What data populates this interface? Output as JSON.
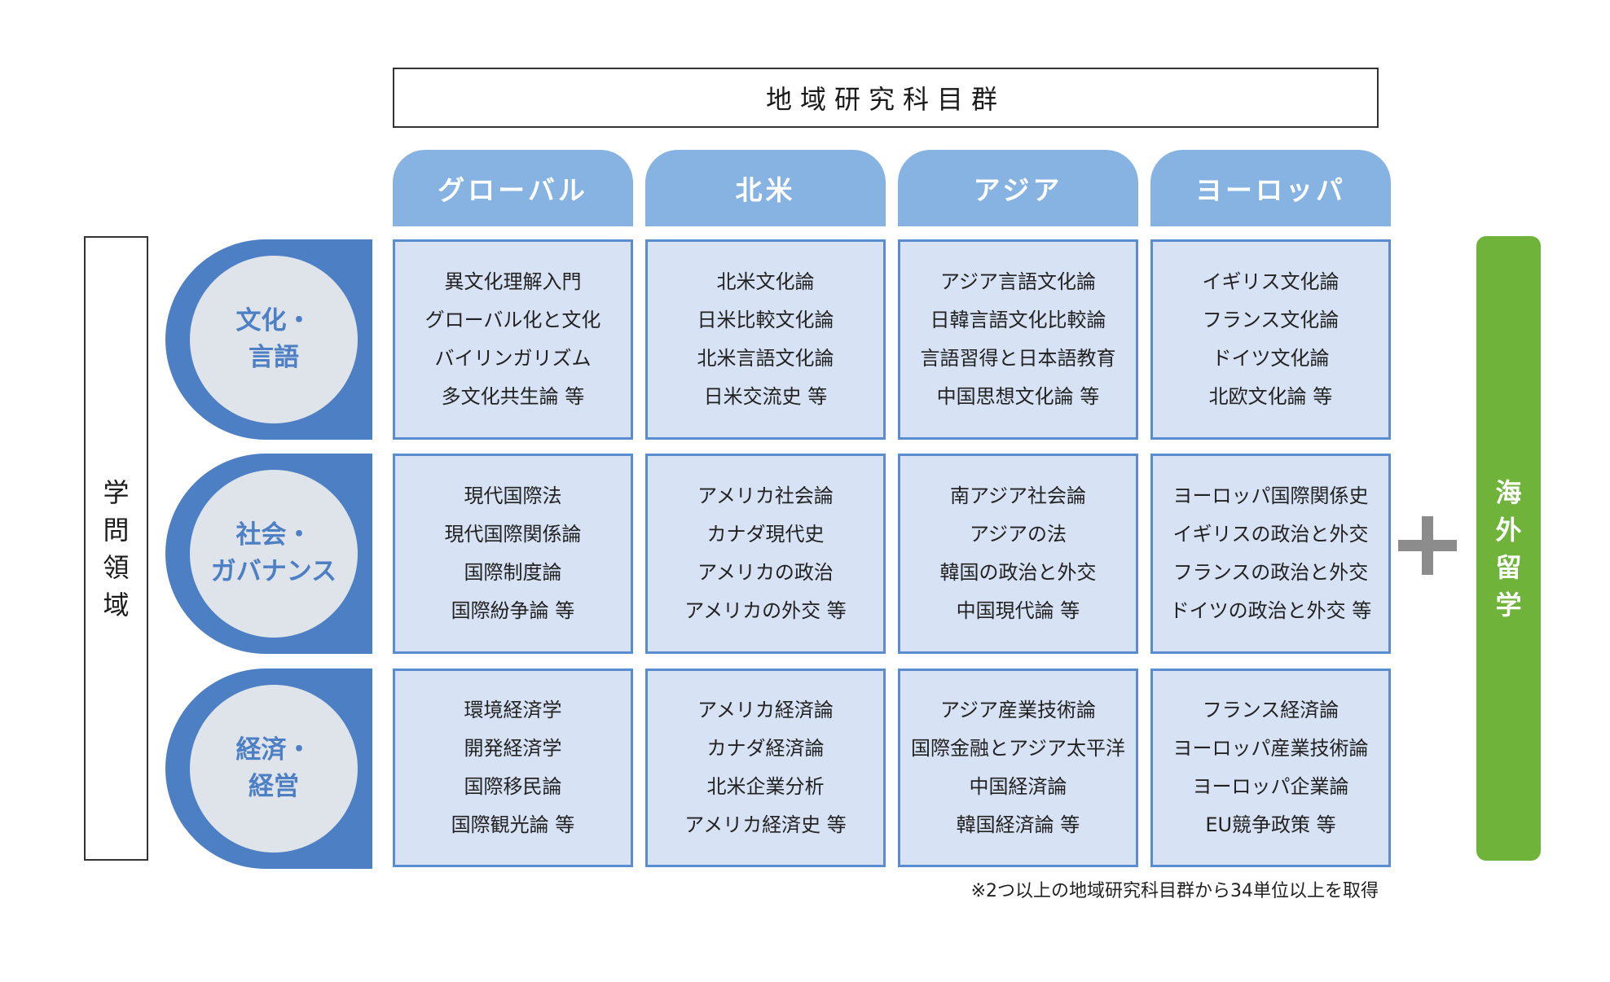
{
  "title": "地域研究科目群",
  "regions": [
    "グローバル",
    "北米",
    "アジア",
    "ヨーロッパ"
  ],
  "left_label": "学問領域",
  "domains": [
    {
      "lines": [
        "文化・",
        "言語"
      ]
    },
    {
      "lines": [
        "社会・",
        "ガバナンス"
      ]
    },
    {
      "lines": [
        "経済・",
        "経営"
      ]
    }
  ],
  "courses": [
    [
      [
        "異文化理解入門",
        "グローバル化と文化",
        "バイリンガリズム",
        "多文化共生論 等"
      ],
      [
        "北米文化論",
        "日米比較文化論",
        "北米言語文化論",
        "日米交流史 等"
      ],
      [
        "アジア言語文化論",
        "日韓言語文化比較論",
        "言語習得と日本語教育",
        "中国思想文化論 等"
      ],
      [
        "イギリス文化論",
        "フランス文化論",
        "ドイツ文化論",
        "北欧文化論 等"
      ]
    ],
    [
      [
        "現代国際法",
        "現代国際関係論",
        "国際制度論",
        "国際紛争論 等"
      ],
      [
        "アメリカ社会論",
        "カナダ現代史",
        "アメリカの政治",
        "アメリカの外交 等"
      ],
      [
        "南アジア社会論",
        "アジアの法",
        "韓国の政治と外交",
        "中国現代論 等"
      ],
      [
        "ヨーロッパ国際関係史",
        "イギリスの政治と外交",
        "フランスの政治と外交",
        "ドイツの政治と外交 等"
      ]
    ],
    [
      [
        "環境経済学",
        "開発経済学",
        "国際移民論",
        "国際観光論 等"
      ],
      [
        "アメリカ経済論",
        "カナダ経済論",
        "北米企業分析",
        "アメリカ経済史 等"
      ],
      [
        "アジア産業技術論",
        "国際金融とアジア太平洋",
        "中国経済論",
        "韓国経済論 等"
      ],
      [
        "フランス経済論",
        "ヨーロッパ産業技術論",
        "ヨーロッパ企業論",
        "EU競争政策 等"
      ]
    ]
  ],
  "plus_symbol": "+",
  "study_abroad": "海外留学",
  "note": "※2つ以上の地域研究科目群から34単位以上を取得",
  "colors": {
    "region_tab": "#86b3e2",
    "cell_fill": "#d7e3f4",
    "cell_border": "#5a8dd0",
    "domain_blue": "#4d7fc4",
    "domain_circle": "#dfe3ea",
    "study_abroad_green": "#6fb33b",
    "plus_gray": "#8c8c8c"
  }
}
